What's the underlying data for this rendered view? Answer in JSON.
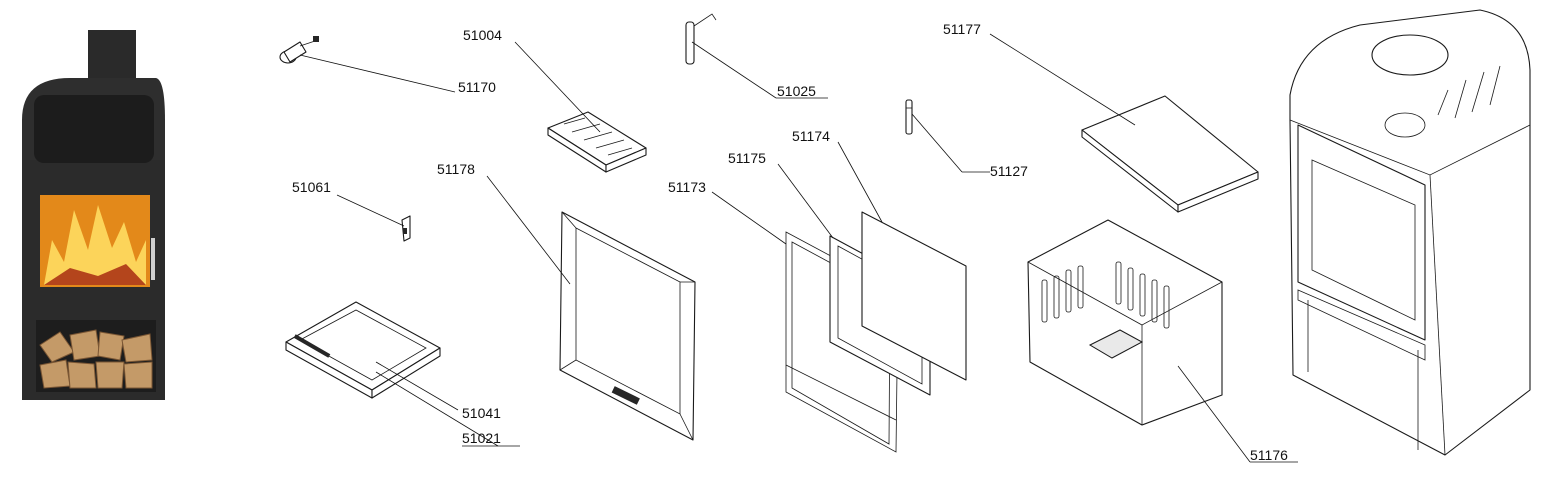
{
  "parts": [
    {
      "code": "51170",
      "name": "screw-51170"
    },
    {
      "code": "51004",
      "name": "grate-51004"
    },
    {
      "code": "51025",
      "name": "handle-rod-51025"
    },
    {
      "code": "51177",
      "name": "top-baffle-51177"
    },
    {
      "code": "51061",
      "name": "latch-51061"
    },
    {
      "code": "51178",
      "name": "door-frame-51178"
    },
    {
      "code": "51173",
      "name": "door-seal-51173"
    },
    {
      "code": "51175",
      "name": "glass-seal-51175"
    },
    {
      "code": "51174",
      "name": "door-glass-51174"
    },
    {
      "code": "51127",
      "name": "pin-51127"
    },
    {
      "code": "51041",
      "name": "ash-pan-51041"
    },
    {
      "code": "51021",
      "name": "ash-pan-lid-51021"
    },
    {
      "code": "51176",
      "name": "firebox-liner-51176"
    }
  ],
  "colors": {
    "ink": "#1a1a1a",
    "stove_body": "#2b2b2b",
    "fire": "#f5a11a",
    "wood": "#b98b5a"
  }
}
